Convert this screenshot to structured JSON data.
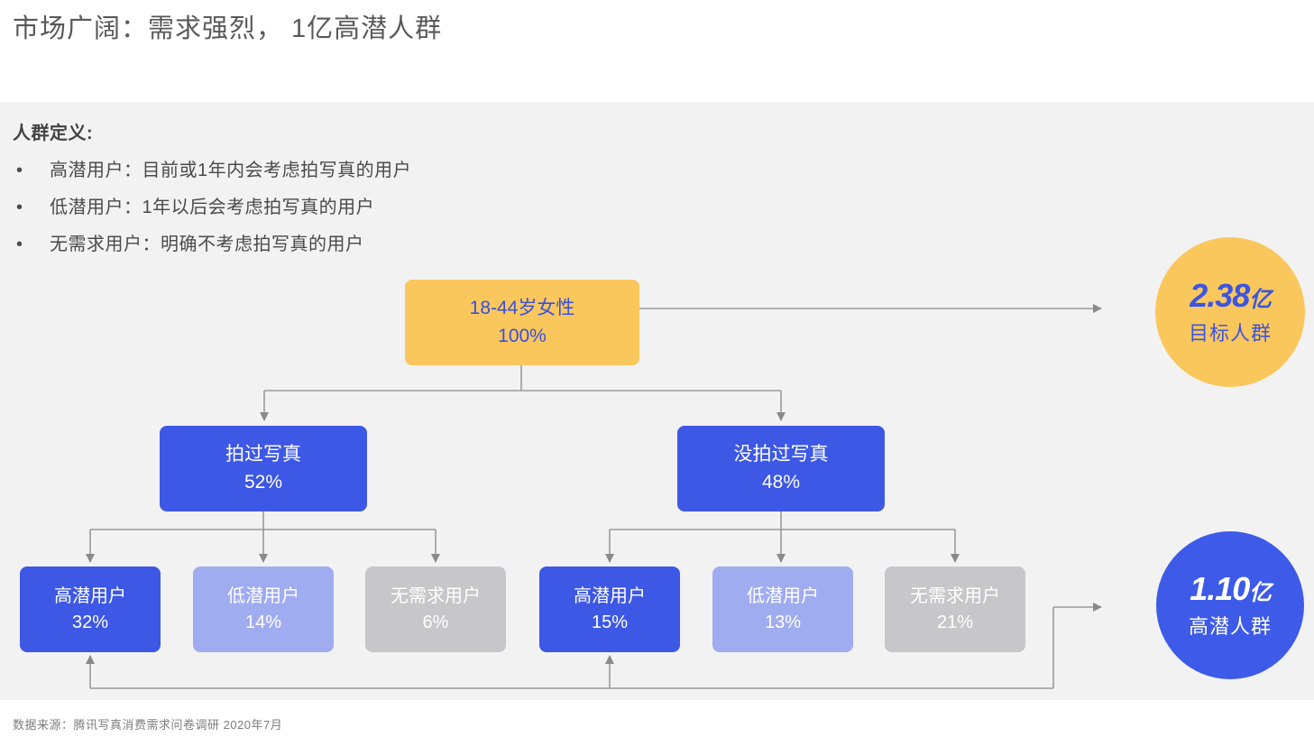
{
  "slide": {
    "title": "市场广阔：需求强烈， 1亿高潜人群",
    "source": "数据来源：腾讯写真消费需求问卷调研  2020年7月"
  },
  "definitions": {
    "heading": "人群定义:",
    "bullet": "•",
    "items": [
      "高潜用户：目前或1年内会考虑拍写真的用户",
      "低潜用户：1年以后会考虑拍写真的用户",
      "无需求用户：明确不考虑拍写真的用户"
    ]
  },
  "flowchart": {
    "root": {
      "label": "18-44岁女性",
      "value": "100%"
    },
    "level2": [
      {
        "label": "拍过写真",
        "value": "52%"
      },
      {
        "label": "没拍过写真",
        "value": "48%"
      }
    ],
    "level3": [
      {
        "label": "高潜用户",
        "value": "32%",
        "type": "high"
      },
      {
        "label": "低潜用户",
        "value": "14%",
        "type": "low"
      },
      {
        "label": "无需求用户",
        "value": "6%",
        "type": "none"
      },
      {
        "label": "高潜用户",
        "value": "15%",
        "type": "high"
      },
      {
        "label": "低潜用户",
        "value": "13%",
        "type": "low"
      },
      {
        "label": "无需求用户",
        "value": "21%",
        "type": "none"
      }
    ],
    "badges": {
      "target": {
        "number": "2.38",
        "unit": "亿",
        "label": "目标人群"
      },
      "high_potential": {
        "number": "1.10",
        "unit": "亿",
        "label": "高潜人群"
      }
    }
  },
  "colors": {
    "yellow": "#FAC75C",
    "blue": "#3D58E5",
    "light_blue": "#A0ACF0",
    "gray_box": "#C7C7C9",
    "panel_bg": "#F2F2F3",
    "connector_line": "#9A9A9A",
    "arrowhead": "#8A8A8A",
    "blue_text_on_yellow": "#3A50DC",
    "title_text": "#595959"
  }
}
